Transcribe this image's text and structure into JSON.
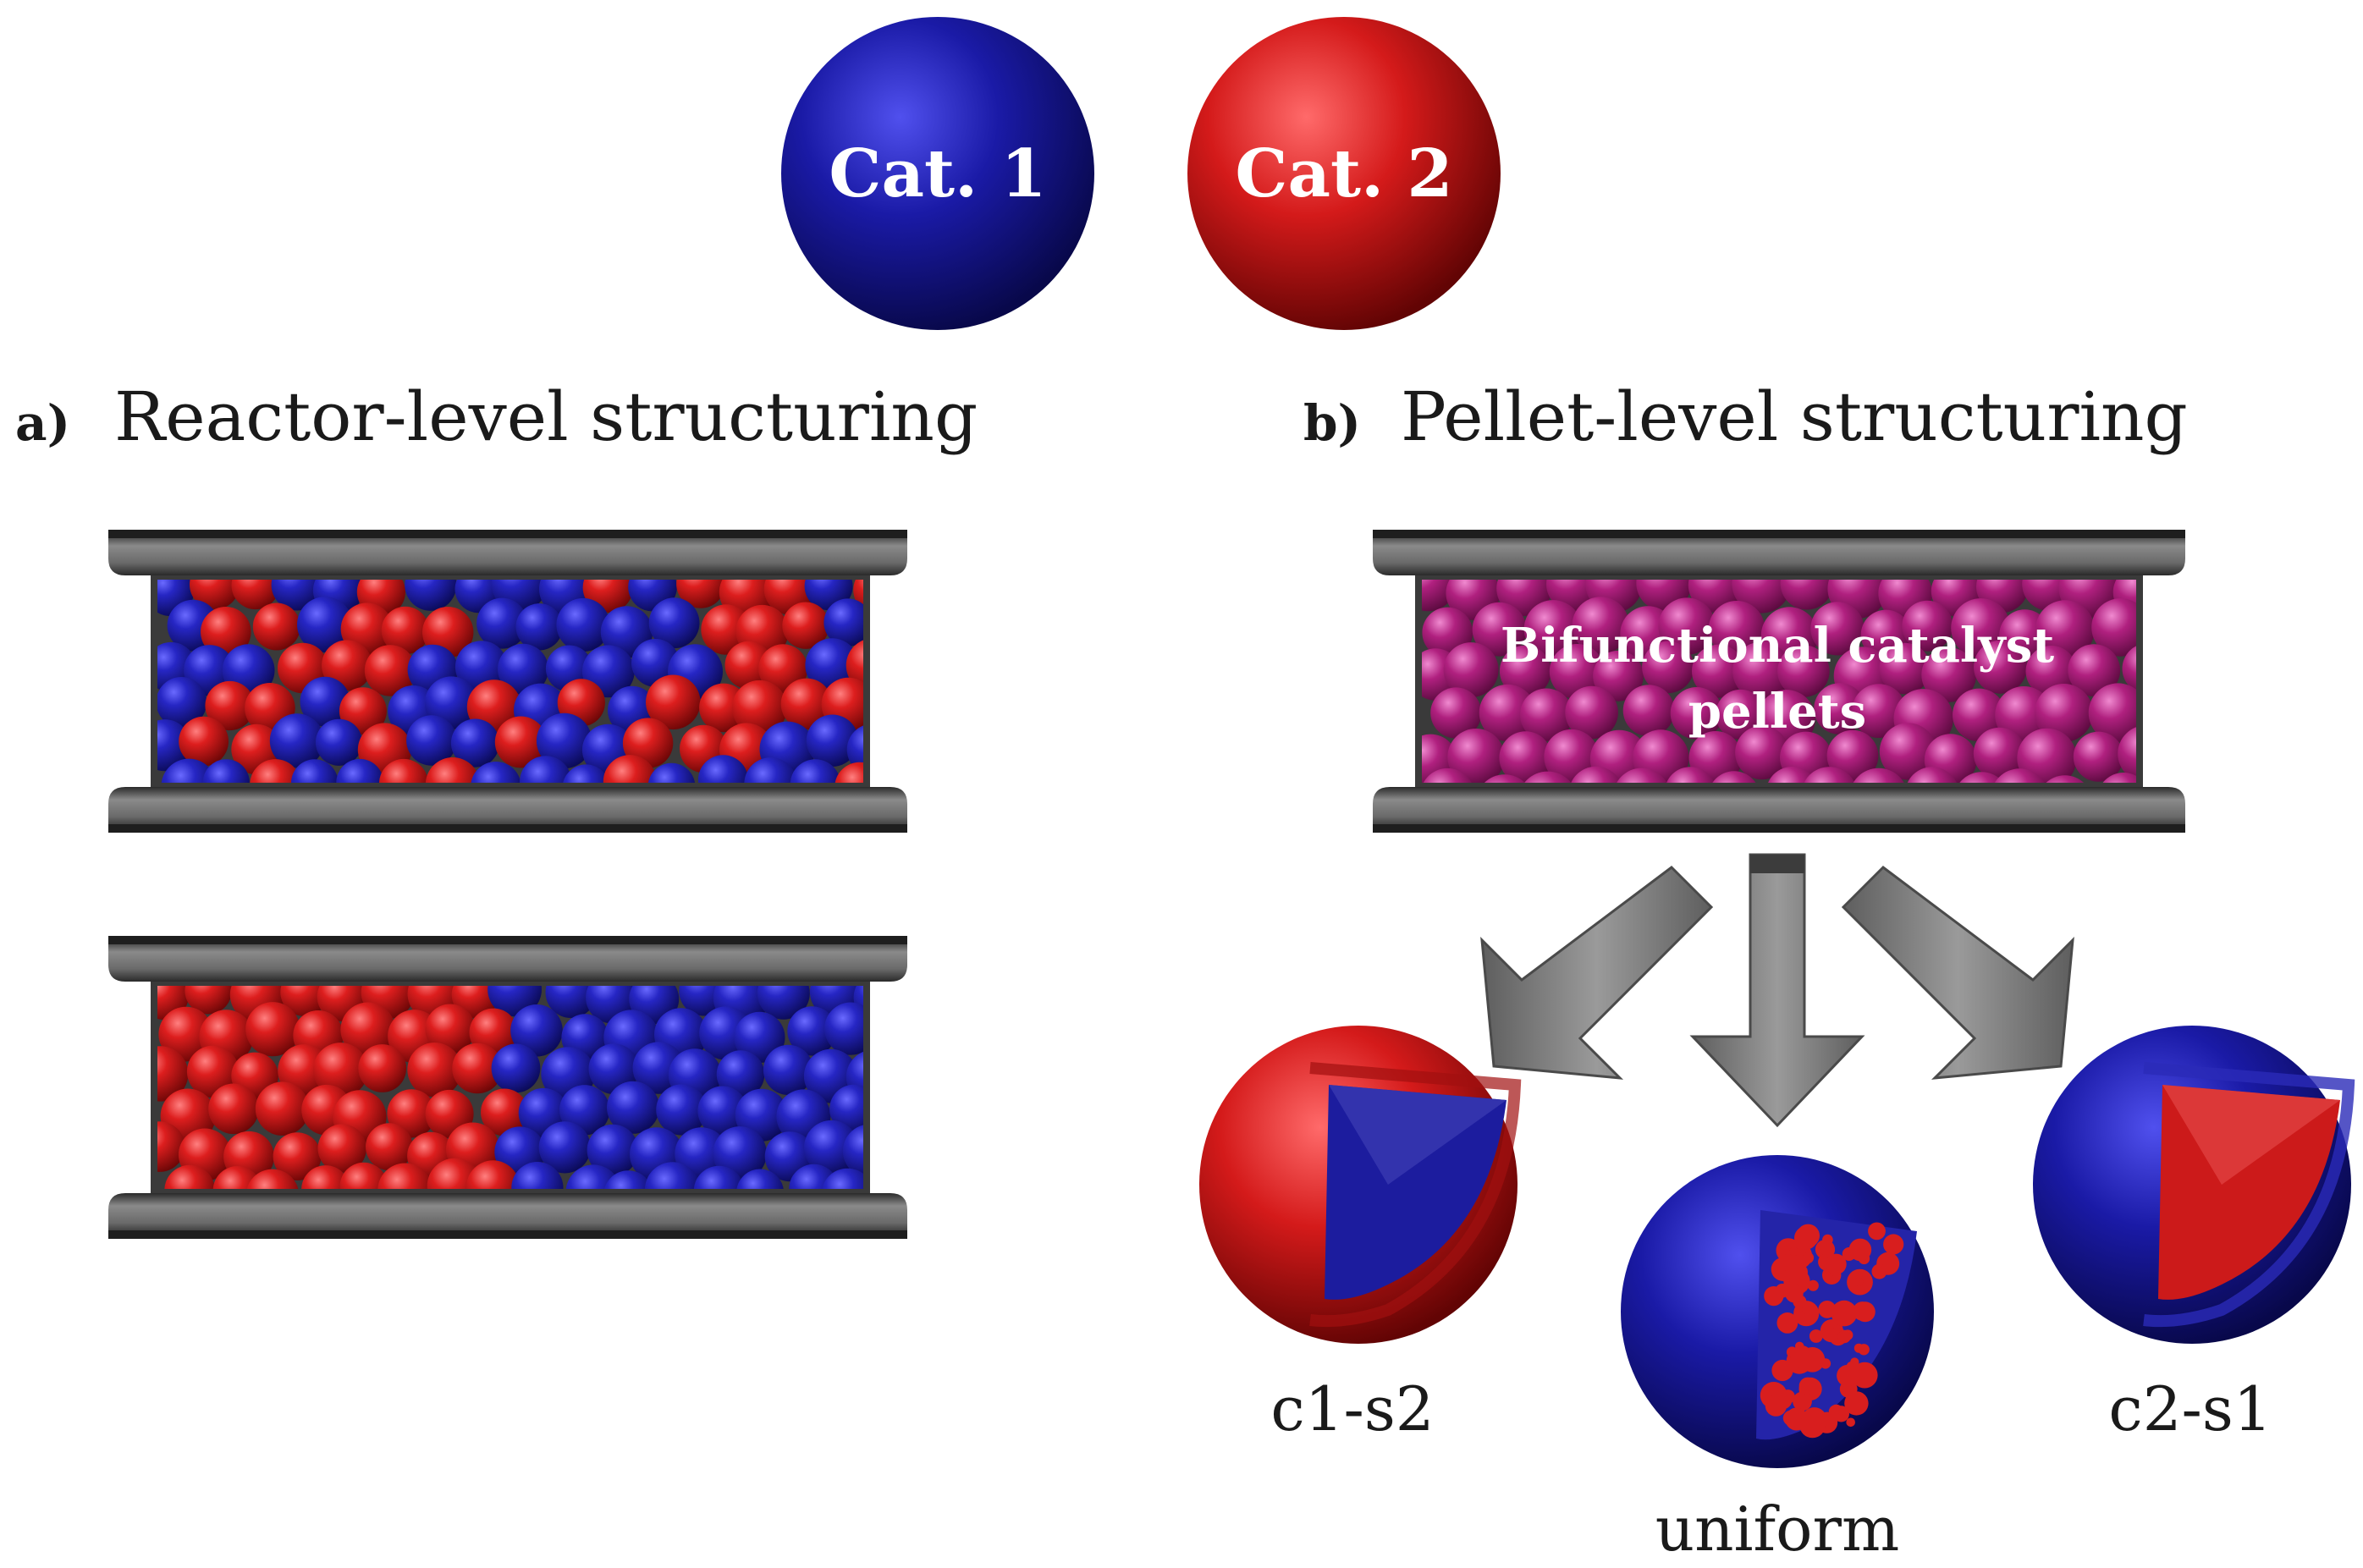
{
  "legend": {
    "cat1": {
      "label": "Cat. 1",
      "color": "#1c1c9e"
    },
    "cat2": {
      "label": "Cat. 2",
      "color": "#cc1a1a"
    }
  },
  "panel_a": {
    "letter": "a)",
    "title": "Reactor-level structuring"
  },
  "panel_b": {
    "letter": "b)",
    "title": "Pellet-level structuring",
    "reactor_text_line1": "Bifunctional catalyst",
    "reactor_text_line2": "pellets",
    "pellet_color": "#b0207f"
  },
  "pellets": {
    "left": "c1-s2",
    "middle": "uniform",
    "right": "c2-s1"
  },
  "colors": {
    "tube": "#6e6e6e",
    "tube_dark": "#2e2e2e",
    "arrow": "#7a7a7a"
  }
}
